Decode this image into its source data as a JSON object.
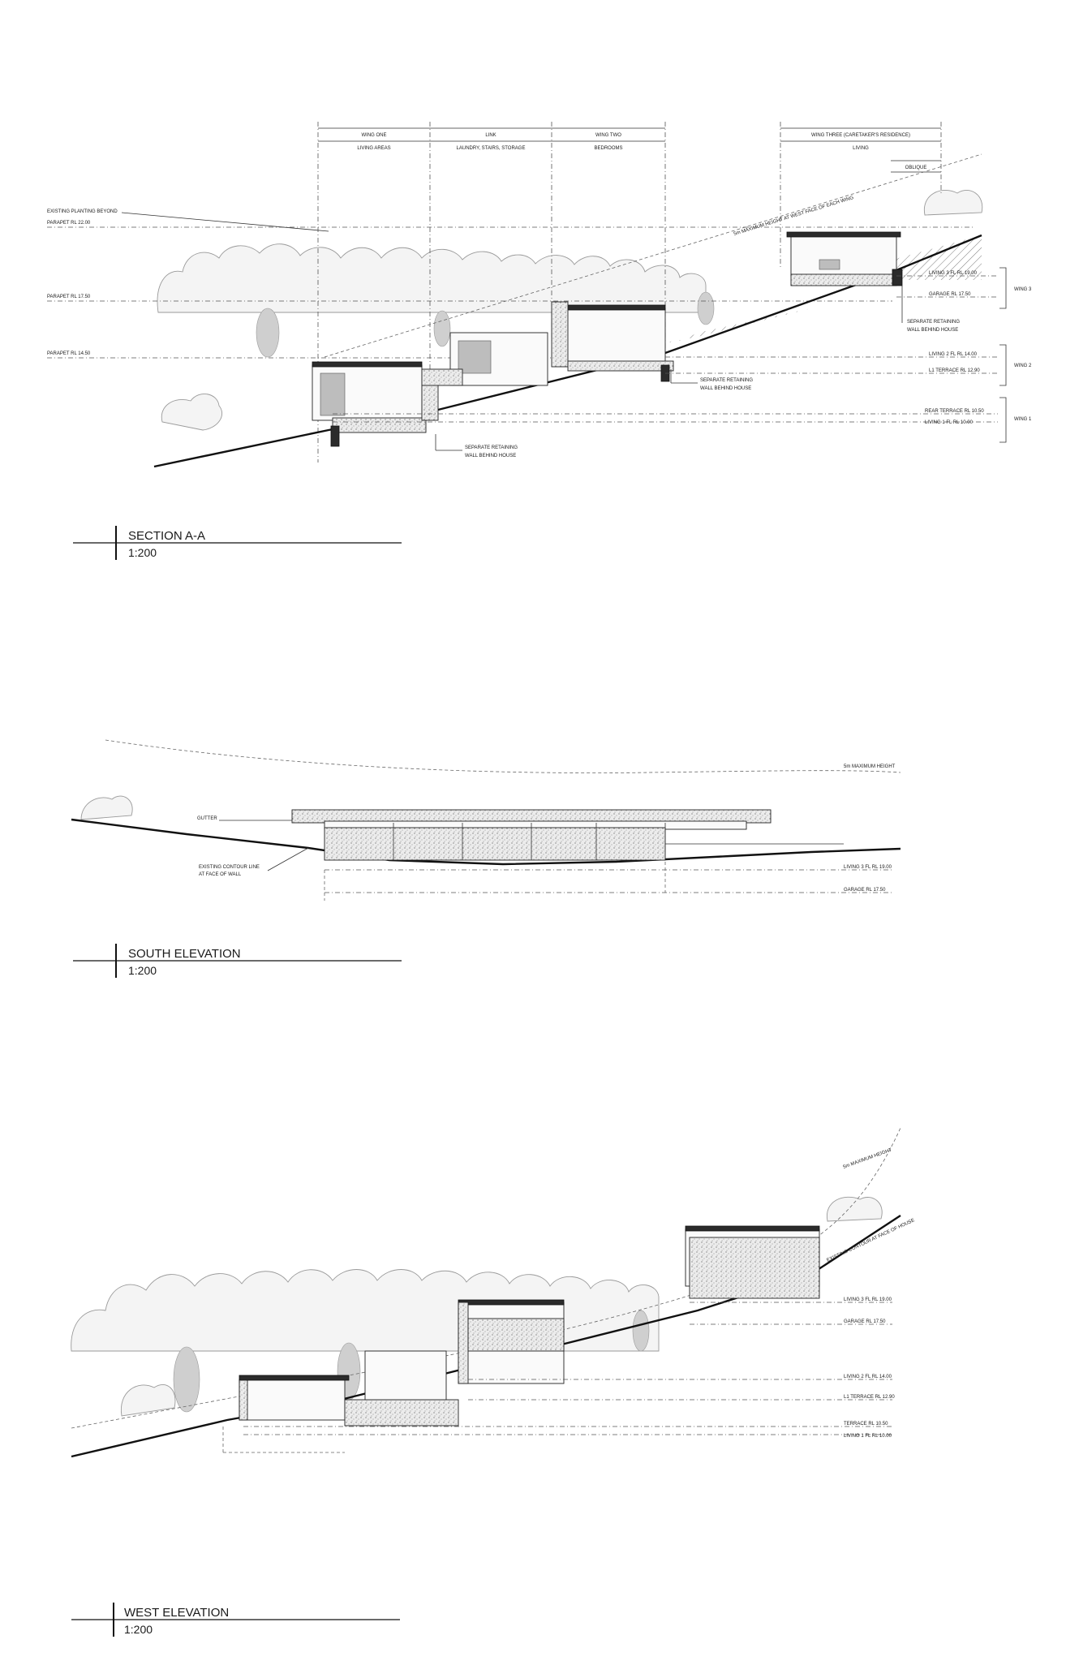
{
  "section": {
    "title": "SECTION A-A",
    "scale": "1:200",
    "wings": [
      {
        "name": "WING ONE",
        "use": "LIVING AREAS"
      },
      {
        "name": "LINK",
        "use": "LAUNDRY, STAIRS, STORAGE"
      },
      {
        "name": "WING TWO",
        "use": "BEDROOMS"
      },
      {
        "name": "WING THREE (CARETAKER'S RESIDENCE)",
        "use": "LIVING"
      }
    ],
    "oblique": "OBLIQUE",
    "max_height_note": "5m MAXIMUM HEIGHT AT WEST FACE OF EACH WING",
    "left_labels": {
      "planting": "EXISTING PLANTING BEYOND",
      "parapet_1": "PARAPET RL 22.00",
      "parapet_2": "PARAPET RL 17.50",
      "parapet_3": "PARAPET RL 14.50"
    },
    "levels": {
      "l3": "LIVING 3 FL RL 19.00",
      "garage": "GARAGE RL 17.50",
      "l2": "LIVING 2 FL RL 14.00",
      "l1_terrace": "L1 TERRACE RL 12.90",
      "rear_terrace": "REAR TERRACE RL 10.50",
      "l1": "LIVING 1 FL RL 10.00"
    },
    "retaining": {
      "line1": "SEPARATE RETAINING",
      "line2": "WALL BEHIND HOUSE"
    },
    "wing_tags": [
      "WING 3",
      "WING 2",
      "WING 1"
    ]
  },
  "south": {
    "title": "SOUTH ELEVATION",
    "scale": "1:200",
    "max_height": "5m MAXIMUM HEIGHT",
    "gutter": "GUTTER",
    "contour_1": "EXISTING CONTOUR LINE",
    "contour_2": "AT FACE OF WALL",
    "l3": "LIVING 3 FL   RL 19.00",
    "garage": "GARAGE RL 17.50"
  },
  "west": {
    "title": "WEST ELEVATION",
    "scale": "1:200",
    "max_height": "5m MAXIMUM HEIGHT",
    "contour": "EXISTING CONTOUR AT FACE OF HOUSE",
    "l3": "LIVING 3 FL   RL 19.00",
    "garage": "GARAGE RL 17.50",
    "l2": "LIVING 2 FL   RL 14.00",
    "l1_terrace": "L1 TERRACE RL 12.90",
    "terrace": "TERRACE RL 10.50",
    "l1": "LIVING 1 FL   RL 10.00"
  }
}
